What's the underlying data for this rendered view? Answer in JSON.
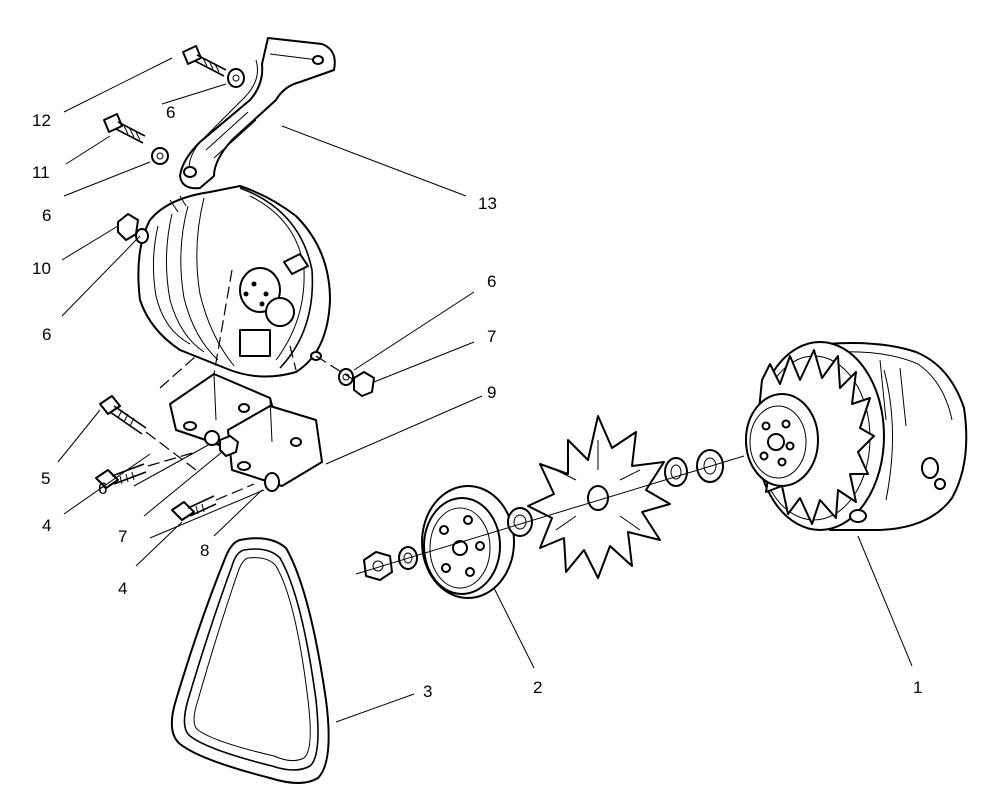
{
  "diagram": {
    "callouts": [
      {
        "id": "1",
        "label": "1"
      },
      {
        "id": "2",
        "label": "2"
      },
      {
        "id": "3",
        "label": "3"
      },
      {
        "id": "4a",
        "label": "4"
      },
      {
        "id": "4b",
        "label": "4"
      },
      {
        "id": "5",
        "label": "5"
      },
      {
        "id": "6a",
        "label": "6"
      },
      {
        "id": "6b",
        "label": "6"
      },
      {
        "id": "6c",
        "label": "6"
      },
      {
        "id": "6d",
        "label": "6"
      },
      {
        "id": "6e",
        "label": "6"
      },
      {
        "id": "7a",
        "label": "7"
      },
      {
        "id": "7b",
        "label": "7"
      },
      {
        "id": "8",
        "label": "8"
      },
      {
        "id": "9",
        "label": "9"
      },
      {
        "id": "10",
        "label": "10"
      },
      {
        "id": "11",
        "label": "11"
      },
      {
        "id": "12",
        "label": "12"
      },
      {
        "id": "13",
        "label": "13"
      }
    ]
  }
}
